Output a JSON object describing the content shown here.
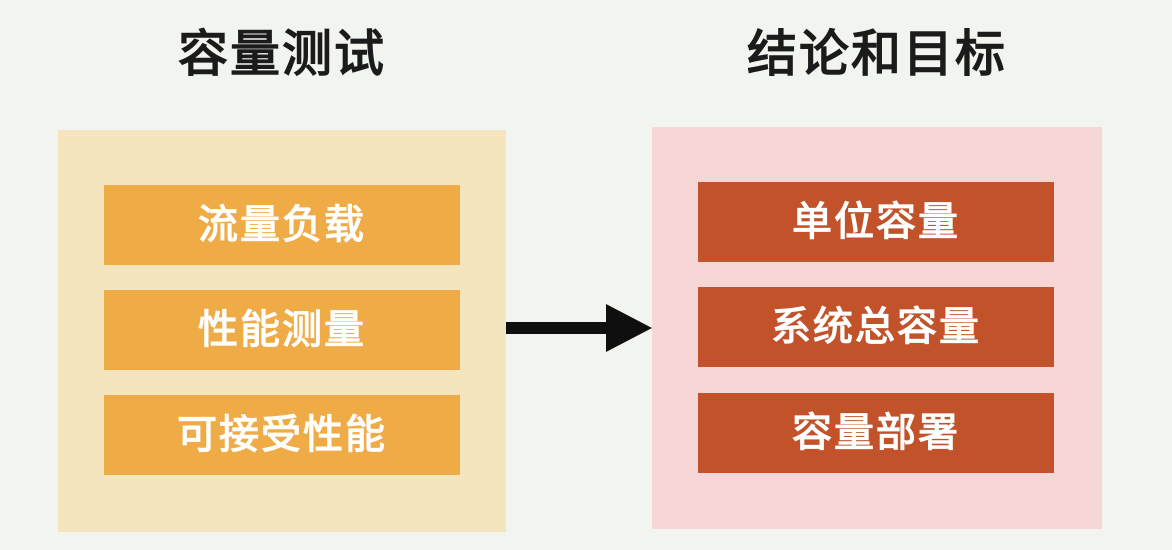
{
  "left": {
    "title": "容量测试",
    "items": [
      "流量负载",
      "性能测量",
      "可接受性能"
    ]
  },
  "right": {
    "title": "结论和目标",
    "items": [
      "单位容量",
      "系统总容量",
      "容量部署"
    ]
  },
  "colors": {
    "background": "#f2f5ef",
    "left_panel": "#f4e5be",
    "left_item": "#efab45",
    "right_panel": "#f7d7d5",
    "right_item": "#c1522a",
    "arrow": "#0f0f0f"
  },
  "connector_icon": "right-arrow-icon"
}
